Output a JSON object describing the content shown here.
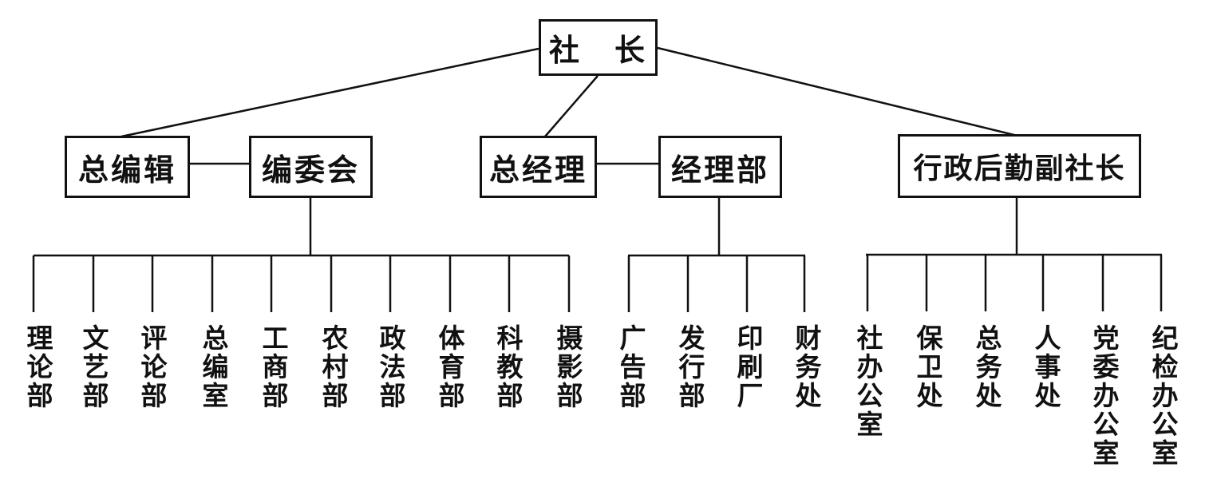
{
  "root": {
    "label": "社　长"
  },
  "level2": [
    {
      "label": "总编辑"
    },
    {
      "label": "编委会"
    },
    {
      "label": "总经理"
    },
    {
      "label": "经理部"
    },
    {
      "label": "行政后勤副社长"
    }
  ],
  "branches": {
    "editorial": [
      "理论部",
      "文艺部",
      "评论部",
      "总编室",
      "工商部",
      "农村部",
      "政法部",
      "体育部",
      "科教部",
      "摄影部"
    ],
    "manager": [
      "广告部",
      "发行部",
      "印刷厂",
      "财务处"
    ],
    "admin": [
      "社办公室",
      "保卫处",
      "总务处",
      "人事处",
      "党委办公室",
      "纪检办公室"
    ]
  },
  "colors": {
    "ink": "#111111",
    "background": "#ffffff"
  }
}
